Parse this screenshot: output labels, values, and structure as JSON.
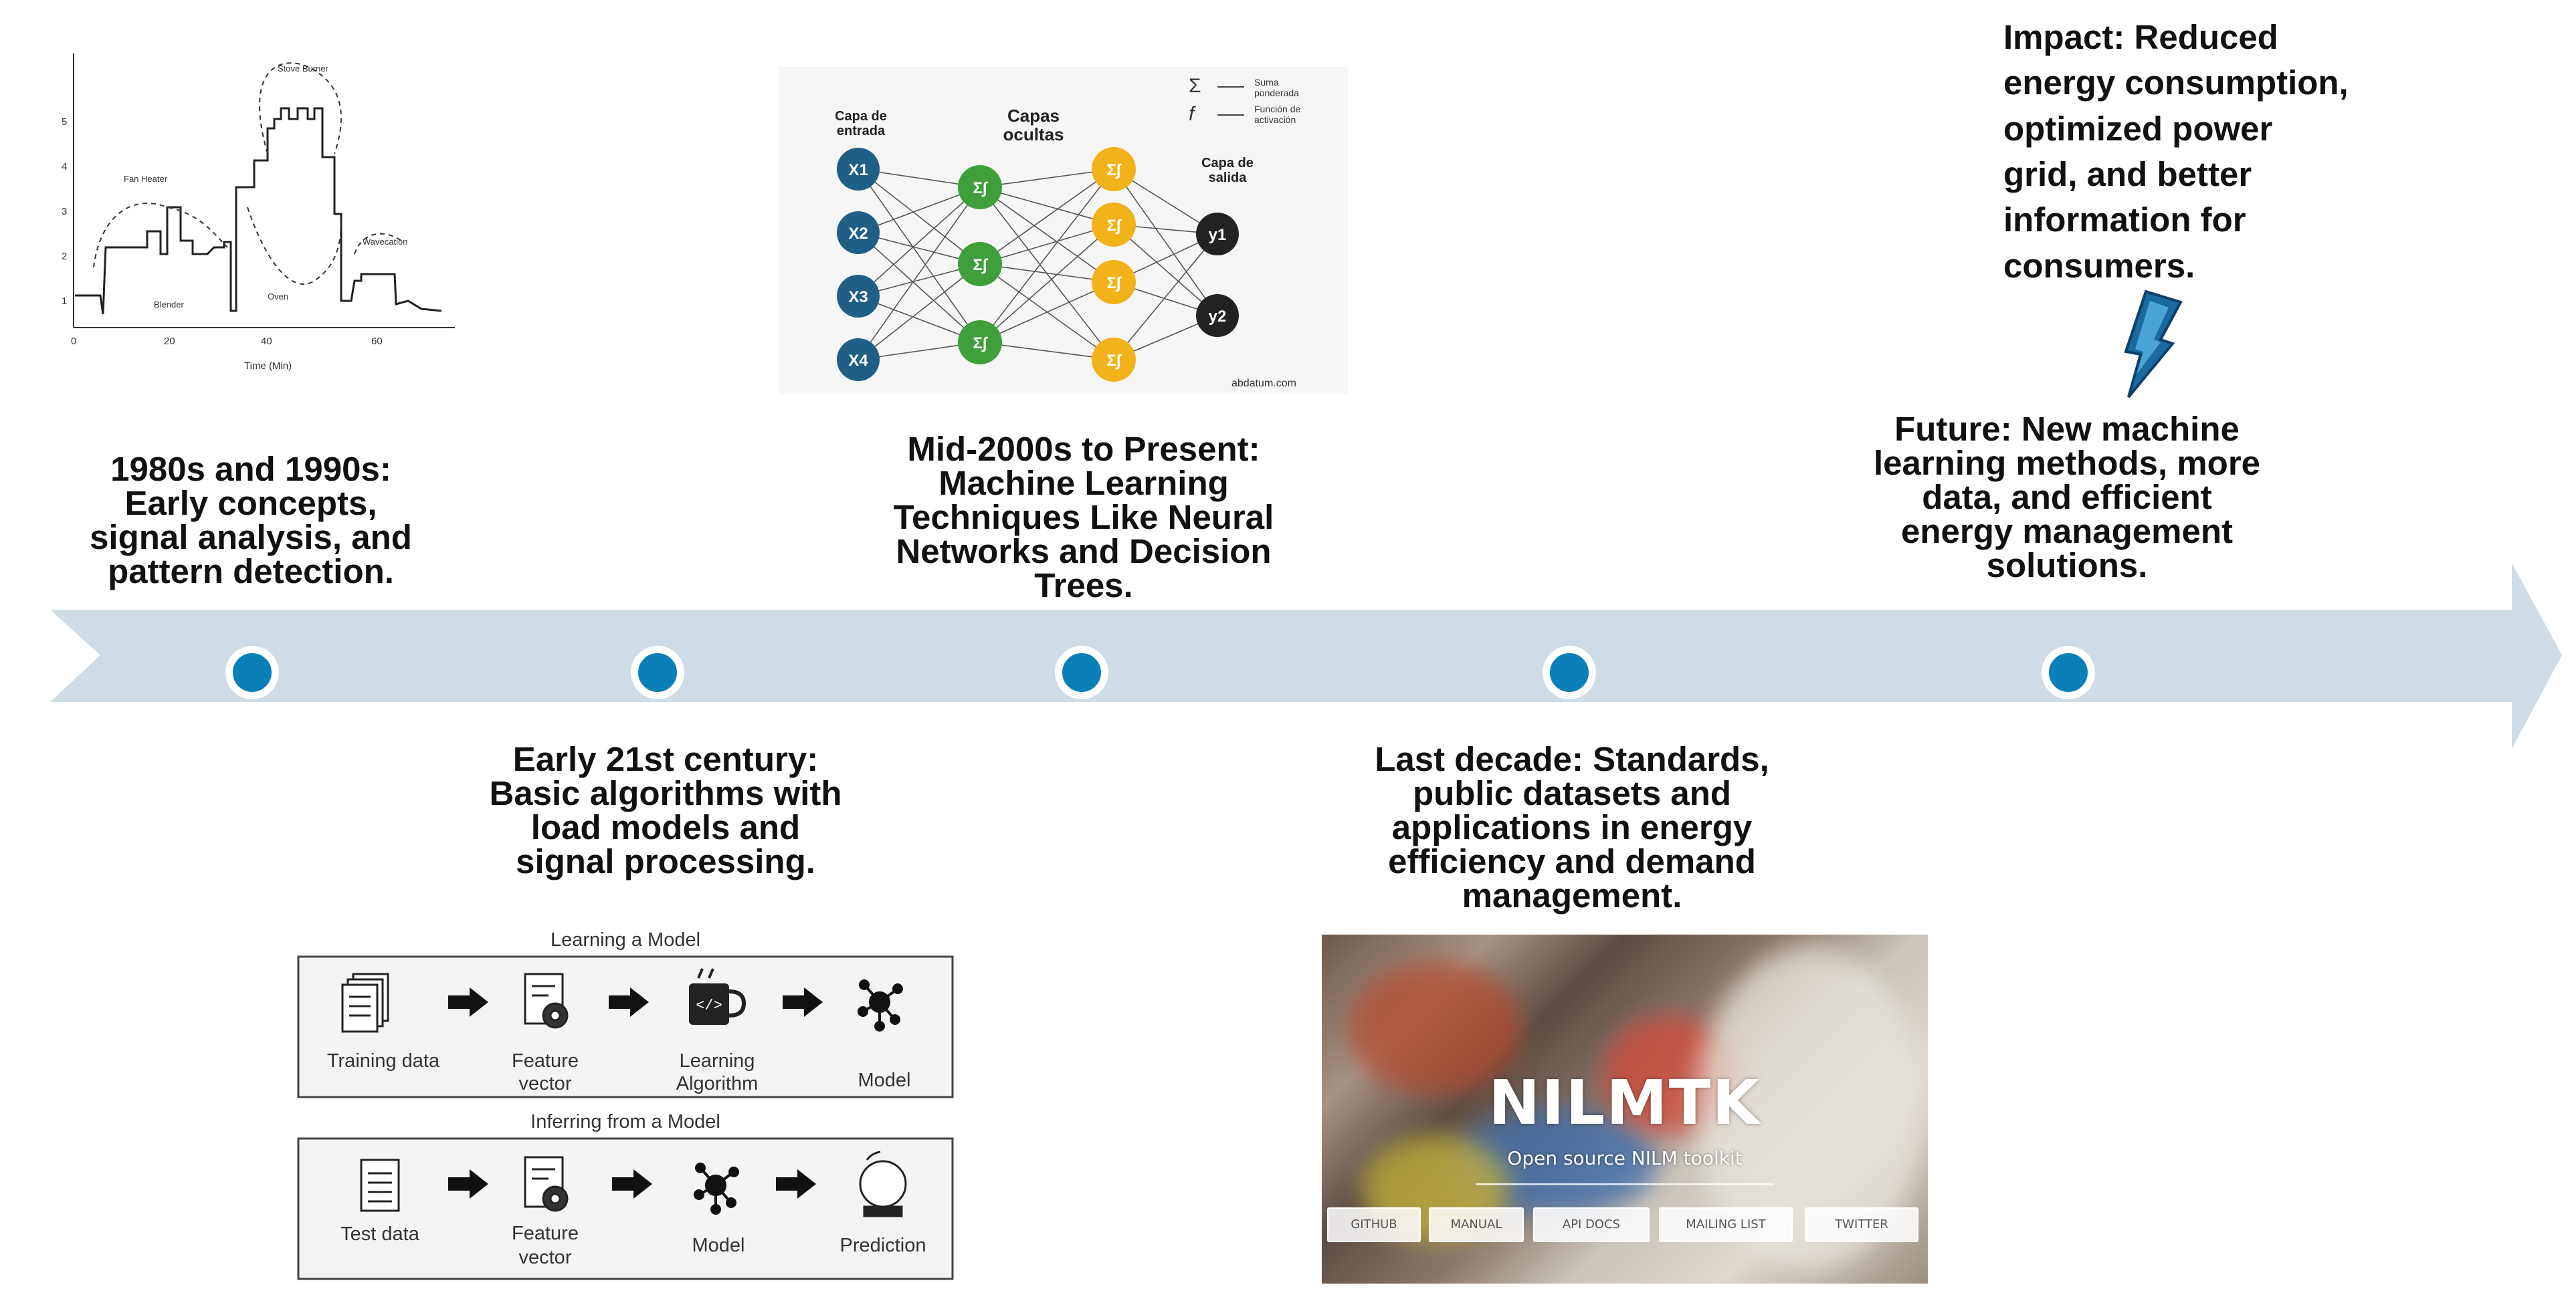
{
  "captions": {
    "era1": [
      "1980s and 1990s:",
      "Early concepts,",
      "signal analysis, and",
      "pattern detection."
    ],
    "era2": [
      "Early 21st century:",
      "Basic algorithms with",
      "load models and",
      "signal processing."
    ],
    "era3": [
      "Mid-2000s to Present:",
      "Machine Learning",
      "Techniques Like Neural",
      "Networks and Decision",
      "Trees."
    ],
    "era4": [
      "Last decade: Standards,",
      "public datasets and",
      "applications in energy",
      "efficiency and demand",
      "management."
    ],
    "era5": [
      "Future: New machine",
      "learning methods, more",
      "data, and efficient",
      "energy management",
      "solutions."
    ],
    "impact": [
      "Impact: Reduced",
      "energy consumption,",
      "optimized power",
      "grid, and better",
      "information for",
      "consumers."
    ]
  },
  "load_plot": {
    "y_ticks": [
      "1",
      "2",
      "3",
      "4",
      "5"
    ],
    "x_ticks": [
      "0",
      "20",
      "40",
      "60"
    ],
    "x_label": "Time (Min)",
    "annotations": [
      "Stove Burner",
      "Fan Heater",
      "Blender",
      "Oven",
      "Wavecation"
    ]
  },
  "neural_net": {
    "input_label": [
      "Capa de",
      "entrada"
    ],
    "hidden_label": [
      "Capas",
      "ocultas"
    ],
    "output_label": [
      "Capa de",
      "salida"
    ],
    "inputs": [
      "X1",
      "X2",
      "X3",
      "X4"
    ],
    "hidden_symbol": "Σ∫",
    "outputs": [
      "y1",
      "y2"
    ],
    "legend_sum": [
      "Suma",
      "ponderada"
    ],
    "legend_act": [
      "Función de",
      "activación"
    ],
    "watermark": "abdatum.com"
  },
  "ml_workflow": {
    "learning_title": "Learning a Model",
    "learning_steps": [
      [
        "Training data"
      ],
      [
        "Feature",
        "vector"
      ],
      [
        "Learning",
        "Algorithm"
      ],
      [
        "Model"
      ]
    ],
    "infer_title": "Inferring from a Model",
    "infer_steps": [
      [
        "Test data"
      ],
      [
        "Feature",
        "vector"
      ],
      [
        "Model"
      ],
      [
        "Prediction"
      ]
    ]
  },
  "nilmtk": {
    "title": "NILMTK",
    "subtitle": "Open source NILM toolkit",
    "buttons": [
      "GITHUB",
      "MANUAL",
      "API DOCS",
      "MAILING LIST",
      "TWITTER"
    ]
  },
  "colors": {
    "arrow": "#cfdce6",
    "dot": "#0b7fb8",
    "nn_input": "#1f5f86",
    "nn_hidden1": "#3f9f3a",
    "nn_hidden2": "#f2b21a",
    "nn_output": "#222222",
    "bolt": "#1a6aa0"
  }
}
